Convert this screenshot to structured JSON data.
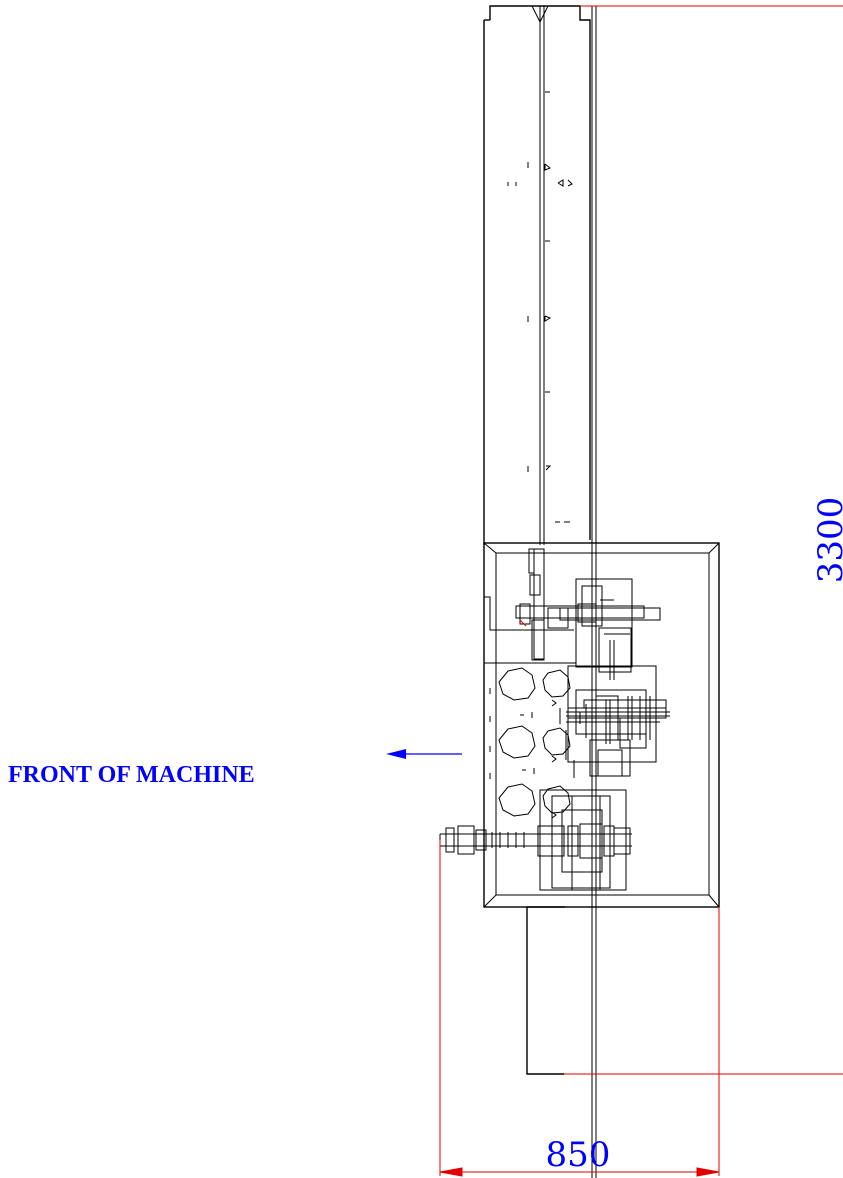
{
  "drawing": {
    "line_color": "#000000",
    "dimension_line_color": "#e00000",
    "annotation_color": "#0000ff"
  },
  "dimensions": {
    "height_label": "3300",
    "width_label": "850"
  },
  "annotations": {
    "front_label": "FRONT OF MACHINE"
  }
}
